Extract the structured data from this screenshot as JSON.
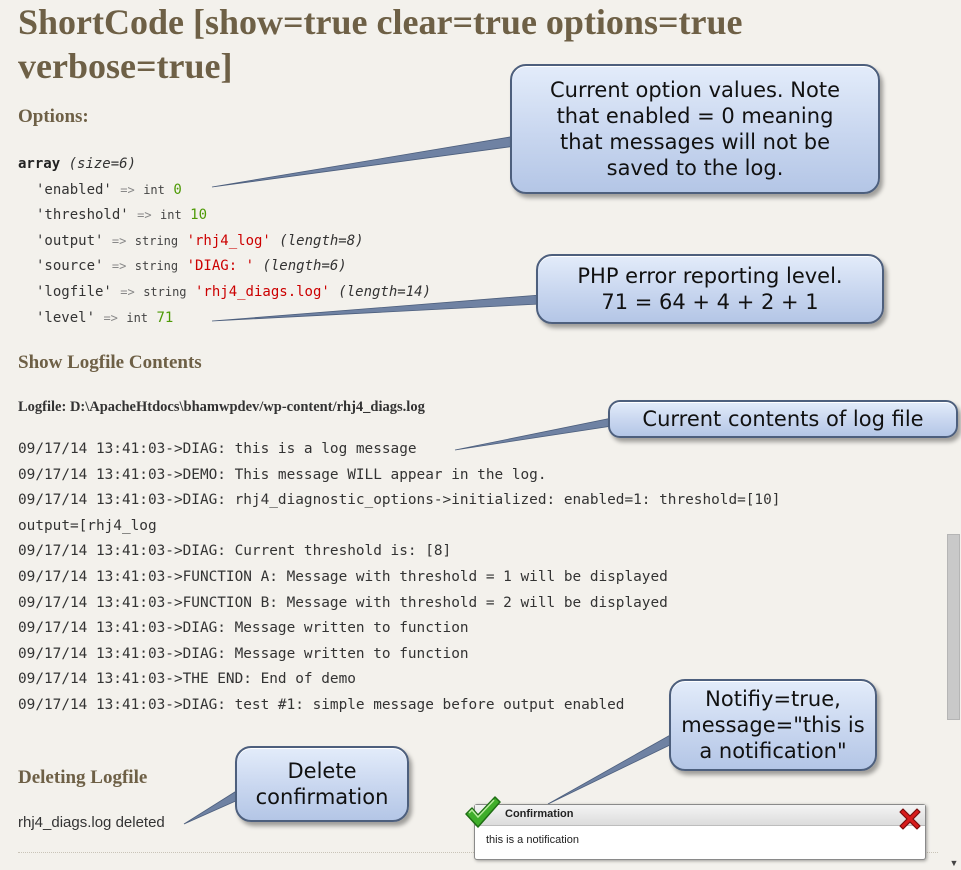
{
  "page": {
    "title": "ShortCode [show=true clear=true options=true verbose=true]"
  },
  "options": {
    "heading": "Options:",
    "dump": {
      "array_kw": "array",
      "size_text": "(size=6)",
      "rows": [
        {
          "key": "'enabled'",
          "arrow": "=>",
          "type": "int",
          "value": "0",
          "kind": "num",
          "extra": ""
        },
        {
          "key": "'threshold'",
          "arrow": "=>",
          "type": "int",
          "value": "10",
          "kind": "num",
          "extra": ""
        },
        {
          "key": "'output'",
          "arrow": "=>",
          "type": "string",
          "value": "'rhj4_log'",
          "kind": "str",
          "extra": "(length=8)"
        },
        {
          "key": "'source'",
          "arrow": "=>",
          "type": "string",
          "value": "'DIAG: '",
          "kind": "str",
          "extra": "(length=6)"
        },
        {
          "key": "'logfile'",
          "arrow": "=>",
          "type": "string",
          "value": "'rhj4_diags.log'",
          "kind": "str",
          "extra": "(length=14)"
        },
        {
          "key": "'level'",
          "arrow": "=>",
          "type": "int",
          "value": "71",
          "kind": "num",
          "extra": ""
        }
      ]
    }
  },
  "logfile": {
    "heading": "Show Logfile Contents",
    "path": "Logfile: D:\\ApacheHtdocs\\bhamwpdev/wp-content/rhj4_diags.log",
    "lines": [
      "09/17/14 13:41:03->DIAG: this is a log message",
      "09/17/14 13:41:03->DEMO: This message WILL appear in the log.",
      "09/17/14 13:41:03->DIAG: rhj4_diagnostic_options->initialized: enabled=1: threshold=[10]",
      "output=[rhj4_log",
      "09/17/14 13:41:03->DIAG: Current threshold is: [8]",
      "09/17/14 13:41:03->FUNCTION A: Message with threshold = 1 will be displayed",
      "09/17/14 13:41:03->FUNCTION B: Message with threshold = 2 will be displayed",
      "09/17/14 13:41:03->DIAG: Message written to function",
      "09/17/14 13:41:03->DIAG: Message written to function",
      "09/17/14 13:41:03->THE END: End of demo",
      "09/17/14 13:41:03->DIAG: test #1: simple message before output enabled"
    ]
  },
  "deleting": {
    "heading": "Deleting Logfile",
    "message": "rhj4_diags.log deleted"
  },
  "callouts": {
    "options": "Current option values. Note\nthat enabled = 0 meaning\nthat messages will not be\nsaved to the log.",
    "level": "PHP error reporting level.\n71 = 64 + 4 + 2 + 1",
    "log": "Current contents of log file",
    "notify": "Notifiy=true,\nmessage=\"this is\na notification\"",
    "delete": "Delete\nconfirmation"
  },
  "notification": {
    "title": "Confirmation",
    "body": "this is a notification",
    "icons": {
      "status": "check-icon",
      "close": "close-icon"
    },
    "colors": {
      "check": "#3fae2a",
      "close": "#d81c1c"
    }
  },
  "colors": {
    "background": "#f3f1ec",
    "heading": "#6e6046",
    "int_value": "#4e9a06",
    "string_value": "#cc0000",
    "callout_fill": "#c8d6ef",
    "callout_border": "#4d5f7d"
  }
}
